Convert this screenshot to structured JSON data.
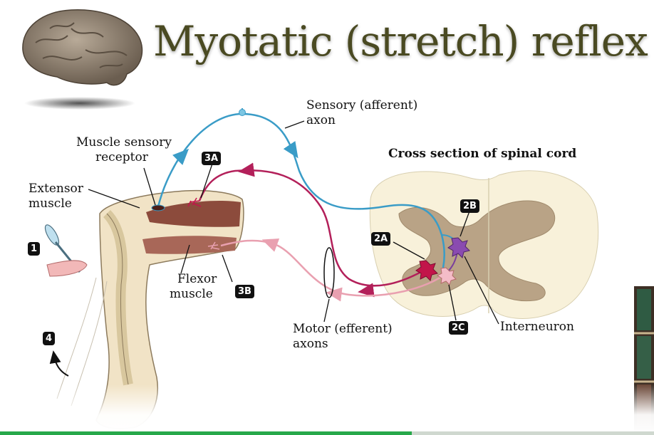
{
  "title": "Myotatic (stretch) reflex",
  "labels": {
    "sensory_axon_1": "Sensory (afferent)",
    "sensory_axon_2": "axon",
    "cross_section": "Cross section of spinal cord",
    "muscle_receptor_1": "Muscle sensory",
    "muscle_receptor_2": "receptor",
    "extensor_1": "Extensor",
    "extensor_2": "muscle",
    "flexor_1": "Flexor",
    "flexor_2": "muscle",
    "motor_axons_1": "Motor (efferent)",
    "motor_axons_2": "axons",
    "interneuron": "Interneuron"
  },
  "badges": {
    "step_1": "1",
    "step_2a": "2A",
    "step_2b": "2B",
    "step_2c": "2C",
    "step_3a": "3A",
    "step_3b": "3B",
    "step_4": "4"
  },
  "colors": {
    "sensory": "#3a9cc7",
    "motor_extensor": "#b3205a",
    "motor_flexor": "#e9a0b0",
    "interneuron": "#7a3e9d",
    "title": "#4a4a22",
    "progress": "#27a84a"
  },
  "video": {
    "progress_fraction": 0.63
  }
}
